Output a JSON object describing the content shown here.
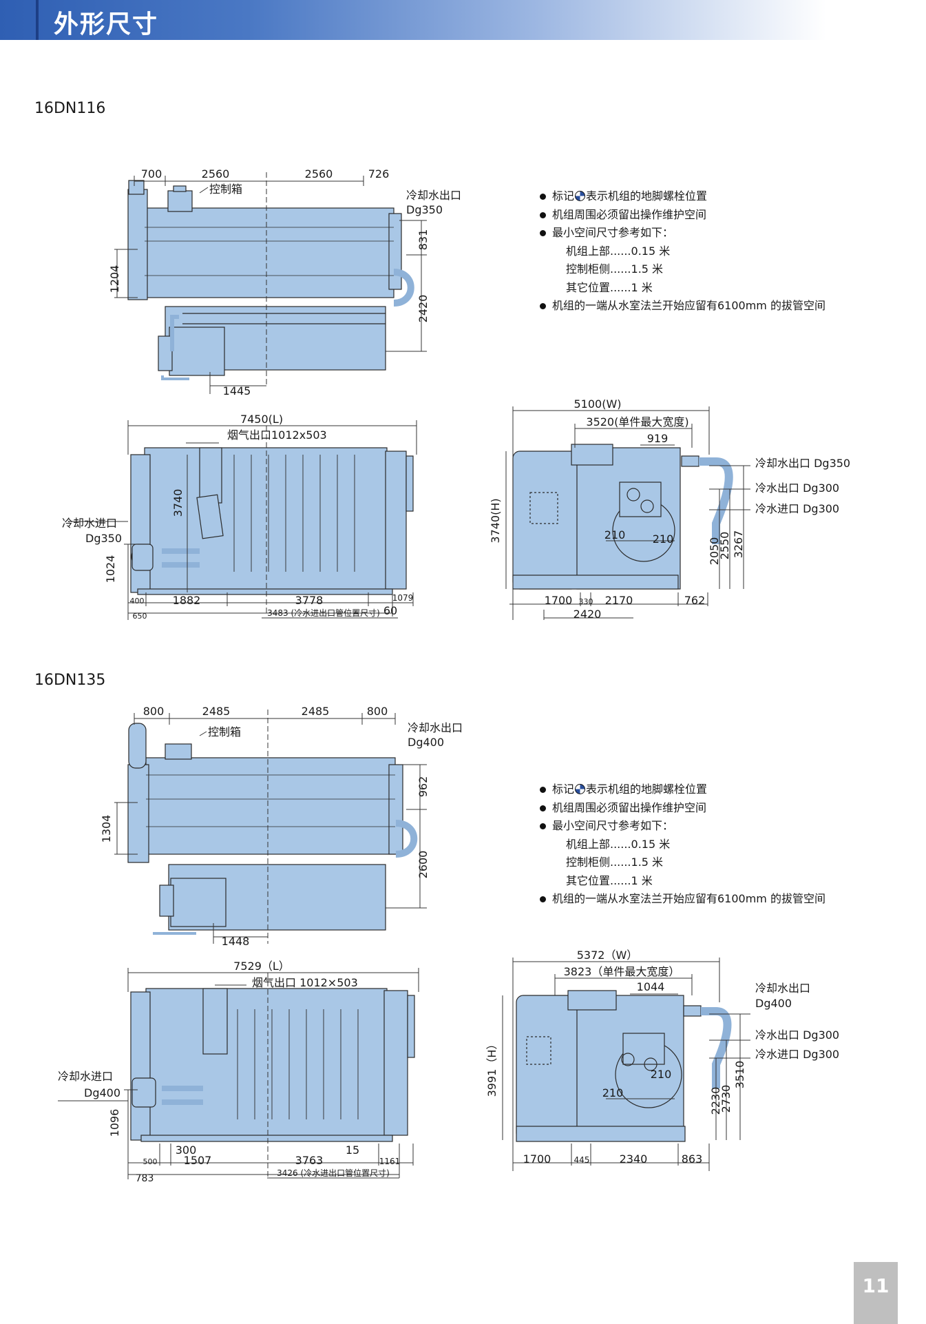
{
  "page": {
    "section_title": "外形尺寸",
    "page_number": "11"
  },
  "colors": {
    "machine_fill": "#a9c7e6",
    "machine_stroke": "#2a2a2a",
    "header_blue": "#2f5fb3"
  },
  "models": [
    {
      "name": "16DN116",
      "top_view": {
        "top_dims": [
          "700",
          "2560",
          "2560",
          "726"
        ],
        "control_box": "控制箱",
        "outlet_label": "冷却水出口",
        "outlet_dg": "Dg350",
        "left_dim": "1204",
        "right_dims": [
          "831",
          "2420"
        ],
        "bottom_dim": "1445"
      },
      "front_view": {
        "length": "7450(L)",
        "flue": "烟气出口1012x503",
        "height": "3740",
        "inlet_label": "冷却水进口",
        "inlet_dg": "Dg350",
        "left_dim": "1024",
        "bottom_dims": [
          "400",
          "1882",
          "3778",
          "1079"
        ],
        "bottom_dims2": [
          "650",
          "3483 (冷水进出口管位置尺寸)",
          "60"
        ]
      },
      "side_view": {
        "width": "5100(W)",
        "max_piece": "3520(单件最大宽度)",
        "top_dim": "919",
        "height": "3740(H)",
        "labels": [
          "冷却水出口 Dg350",
          "冷水出口 Dg300",
          "冷水进口 Dg300"
        ],
        "inner_dims": [
          "210",
          "210"
        ],
        "right_dims": [
          "2050",
          "2550",
          "3267"
        ],
        "bottom_dims": [
          "1700",
          "330",
          "2170",
          "762"
        ],
        "bottom_total": "2420"
      },
      "notes": [
        {
          "pre": "标记",
          "post": "表示机组的地脚螺栓位置",
          "bolt": true
        },
        {
          "text": "机组周围必须留出操作维护空间"
        },
        {
          "text": "最小空间尺寸参考如下："
        },
        {
          "text": "机组上部......0.15 米",
          "sub": true
        },
        {
          "text": "控制柜侧......1.5 米",
          "sub": true
        },
        {
          "text": "其它位置......1 米",
          "sub": true
        },
        {
          "text": "机组的一端从水室法兰开始应留有6100mm 的拔管空间"
        }
      ]
    },
    {
      "name": "16DN135",
      "top_view": {
        "top_dims": [
          "800",
          "2485",
          "2485",
          "800"
        ],
        "control_box": "控制箱",
        "outlet_label": "冷却水出口",
        "outlet_dg": "Dg400",
        "left_dim": "1304",
        "right_dims": [
          "962",
          "2600"
        ],
        "bottom_dim": "1448"
      },
      "front_view": {
        "length": "7529（L）",
        "flue": "烟气出口 1012×503",
        "height": "",
        "inlet_label": "冷却水进口",
        "inlet_dg": "Dg400",
        "left_dim": "1096",
        "bottom_dims": [
          "500",
          "1507",
          "3763",
          "1161"
        ],
        "bottom_dims2": [
          "783",
          "3426 (冷水进出口管位置尺寸)",
          "300",
          "15"
        ]
      },
      "side_view": {
        "width": "5372（W）",
        "max_piece": "3823（单件最大宽度）",
        "top_dim": "1044",
        "height": "3991（H）",
        "labels": [
          "冷却水出口",
          "Dg400",
          "冷水出口 Dg300",
          "冷水进口 Dg300"
        ],
        "inner_dims": [
          "210",
          "210"
        ],
        "right_dims": [
          "2230",
          "2730",
          "3510"
        ],
        "bottom_dims": [
          "1700",
          "445",
          "2340",
          "863"
        ]
      },
      "notes": [
        {
          "pre": "标记",
          "post": "表示机组的地脚螺栓位置",
          "bolt": true
        },
        {
          "text": "机组周围必须留出操作维护空间"
        },
        {
          "text": "最小空间尺寸参考如下："
        },
        {
          "text": "机组上部......0.15 米",
          "sub": true
        },
        {
          "text": "控制柜侧......1.5 米",
          "sub": true
        },
        {
          "text": "其它位置......1 米",
          "sub": true
        },
        {
          "text": "机组的一端从水室法兰开始应留有6100mm 的拔管空间"
        }
      ]
    }
  ]
}
